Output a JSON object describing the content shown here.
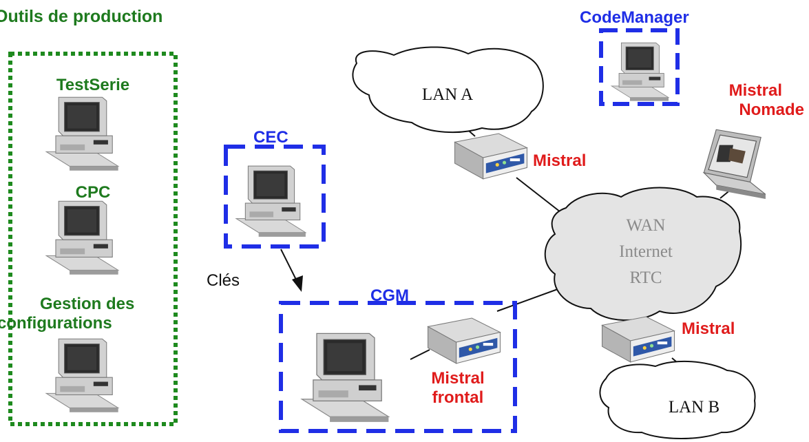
{
  "production_tools": {
    "title": "Outils de production",
    "testserie": "TestSerie",
    "cpc": "CPC",
    "gestion_line1": "Gestion des",
    "gestion_line2": "configurations"
  },
  "cec": {
    "label": "CEC"
  },
  "cgm": {
    "label": "CGM",
    "mistral_line1": "Mistral",
    "mistral_line2": "frontal"
  },
  "codemanager": {
    "label": "CodeManager"
  },
  "keys_label": "Clés",
  "lan_a": {
    "label": "LAN A"
  },
  "lan_b": {
    "label": "LAN B"
  },
  "wan": {
    "line1": "WAN",
    "line2": "Internet",
    "line3": "RTC"
  },
  "mistral_a": {
    "label": "Mistral"
  },
  "mistral_b": {
    "label": "Mistral"
  },
  "nomade": {
    "line1": "Mistral",
    "line2": "Nomade"
  },
  "colors": {
    "green": "#1e7a1e",
    "blue": "#1f2ee6",
    "red": "#e01b1b",
    "cloud": "#e4e4e4"
  }
}
